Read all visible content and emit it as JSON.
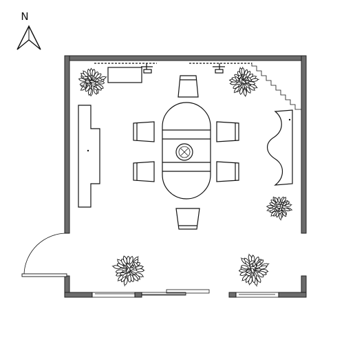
{
  "compass": {
    "label": "N"
  },
  "plan": {
    "room": "dining-room",
    "furniture": [
      {
        "kind": "oval-dining-table",
        "count": 1
      },
      {
        "kind": "dining-chair",
        "count": 6
      },
      {
        "kind": "potted-plant",
        "count": 5
      },
      {
        "kind": "sideboard",
        "count": 1
      },
      {
        "kind": "sofa",
        "count": 1
      },
      {
        "kind": "console-table-with-lamps",
        "count": 1
      }
    ],
    "openings": [
      {
        "kind": "swing-door",
        "wall": "west"
      },
      {
        "kind": "sliding-window",
        "wall": "south",
        "count": 2
      }
    ],
    "stairs": {
      "wall": "north-east"
    }
  },
  "colors": {
    "wall": "#6b6b6b",
    "line": "#111111",
    "background": "#ffffff"
  }
}
